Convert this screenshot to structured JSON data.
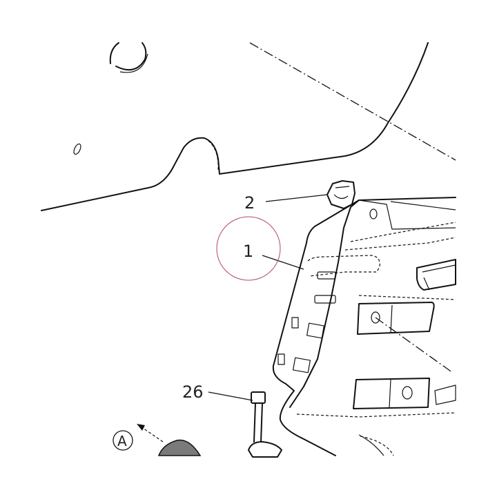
{
  "callouts": {
    "part_1": "1",
    "part_2": "2",
    "part_26": "26",
    "view_a": "A"
  },
  "colors": {
    "line": "#111111",
    "highlight_circle": "#b0485c",
    "grey_part": "#7a7a7a"
  }
}
